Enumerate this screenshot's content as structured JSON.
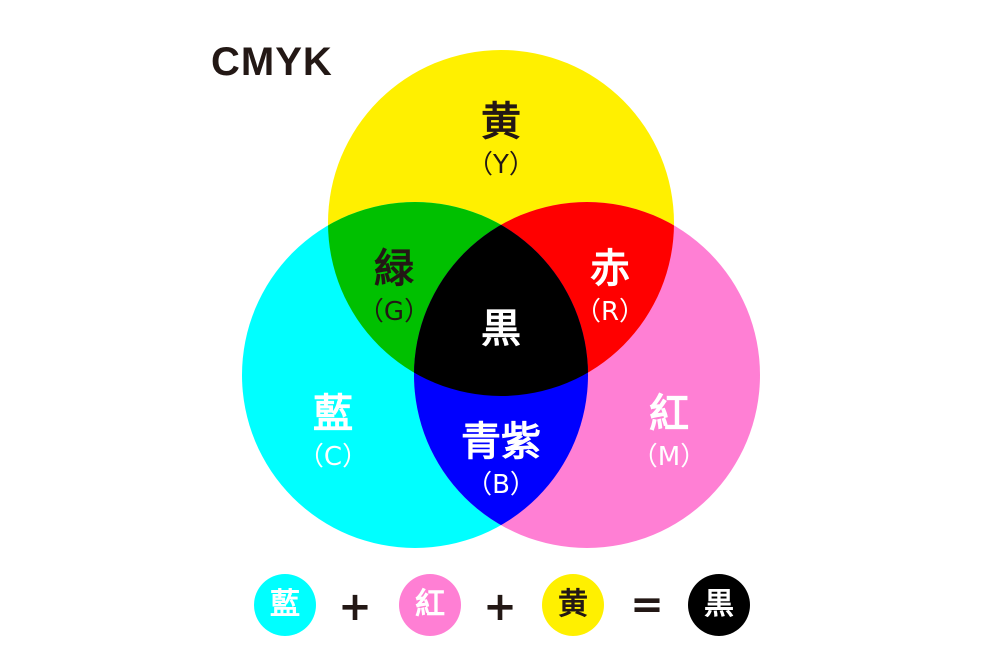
{
  "title": "CMYK",
  "colors": {
    "yellow": "#fff000",
    "cyan": "#00ffff",
    "magenta": "#ff7fd4",
    "green": "#00c000",
    "red": "#ff0000",
    "blue": "#0000ff",
    "black": "#000000",
    "dark_text": "#231815",
    "white": "#ffffff"
  },
  "regions": {
    "yellow": {
      "name": "黄",
      "code": "（Y）"
    },
    "green": {
      "name": "緑",
      "code": "（G）"
    },
    "red": {
      "name": "赤",
      "code": "（R）"
    },
    "black": {
      "name": "黒"
    },
    "cyan": {
      "name": "藍",
      "code": "（C）"
    },
    "blue": {
      "name": "青紫",
      "code": "（B）"
    },
    "magenta": {
      "name": "紅",
      "code": "（M）"
    }
  },
  "equation": {
    "terms": [
      "藍",
      "紅",
      "黄"
    ],
    "plus": "+",
    "equals": "=",
    "result": "黒"
  }
}
